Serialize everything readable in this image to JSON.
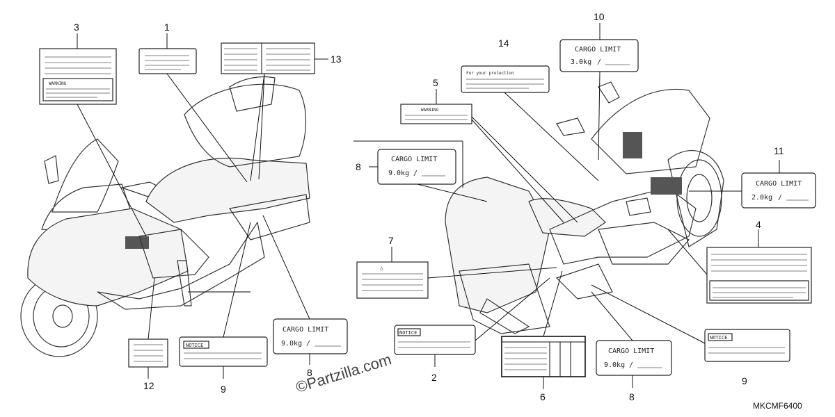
{
  "callouts": {
    "n1": "1",
    "n2": "2",
    "n3": "3",
    "n4": "4",
    "n5": "5",
    "n6": "6",
    "n7": "7",
    "n8a": "8",
    "n8b": "8",
    "n8c": "8",
    "n9a": "9",
    "n9b": "9",
    "n10": "10",
    "n11": "11",
    "n12": "12",
    "n13": "13",
    "n14": "14"
  },
  "labels": {
    "warning": "WARNING",
    "cargo_limit": "CARGO LIMIT",
    "cargo_9": "9.0kg",
    "cargo_3": "3.0kg",
    "cargo_2": "2.0kg",
    "notice": "NOTICE",
    "protection": "For your protection",
    "slash": "/"
  },
  "watermark": "©Partzilla.com",
  "diagram_code": "MKCMF6400"
}
